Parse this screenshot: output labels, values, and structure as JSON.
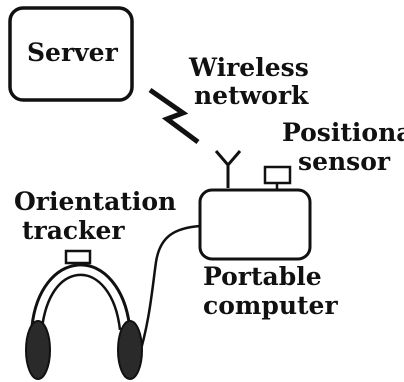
{
  "labels": {
    "server": "Server",
    "wireless_line1": "Wireless",
    "wireless_line2": "network",
    "positional_line1": "Positional",
    "positional_line2": "sensor",
    "orientation_line1": "Orientation",
    "orientation_line2": "tracker",
    "portable_line1": "Portable",
    "portable_line2": "computer"
  },
  "colors": {
    "ink": "#111111",
    "earcup": "#2a2a2a",
    "background": "#ffffff"
  }
}
